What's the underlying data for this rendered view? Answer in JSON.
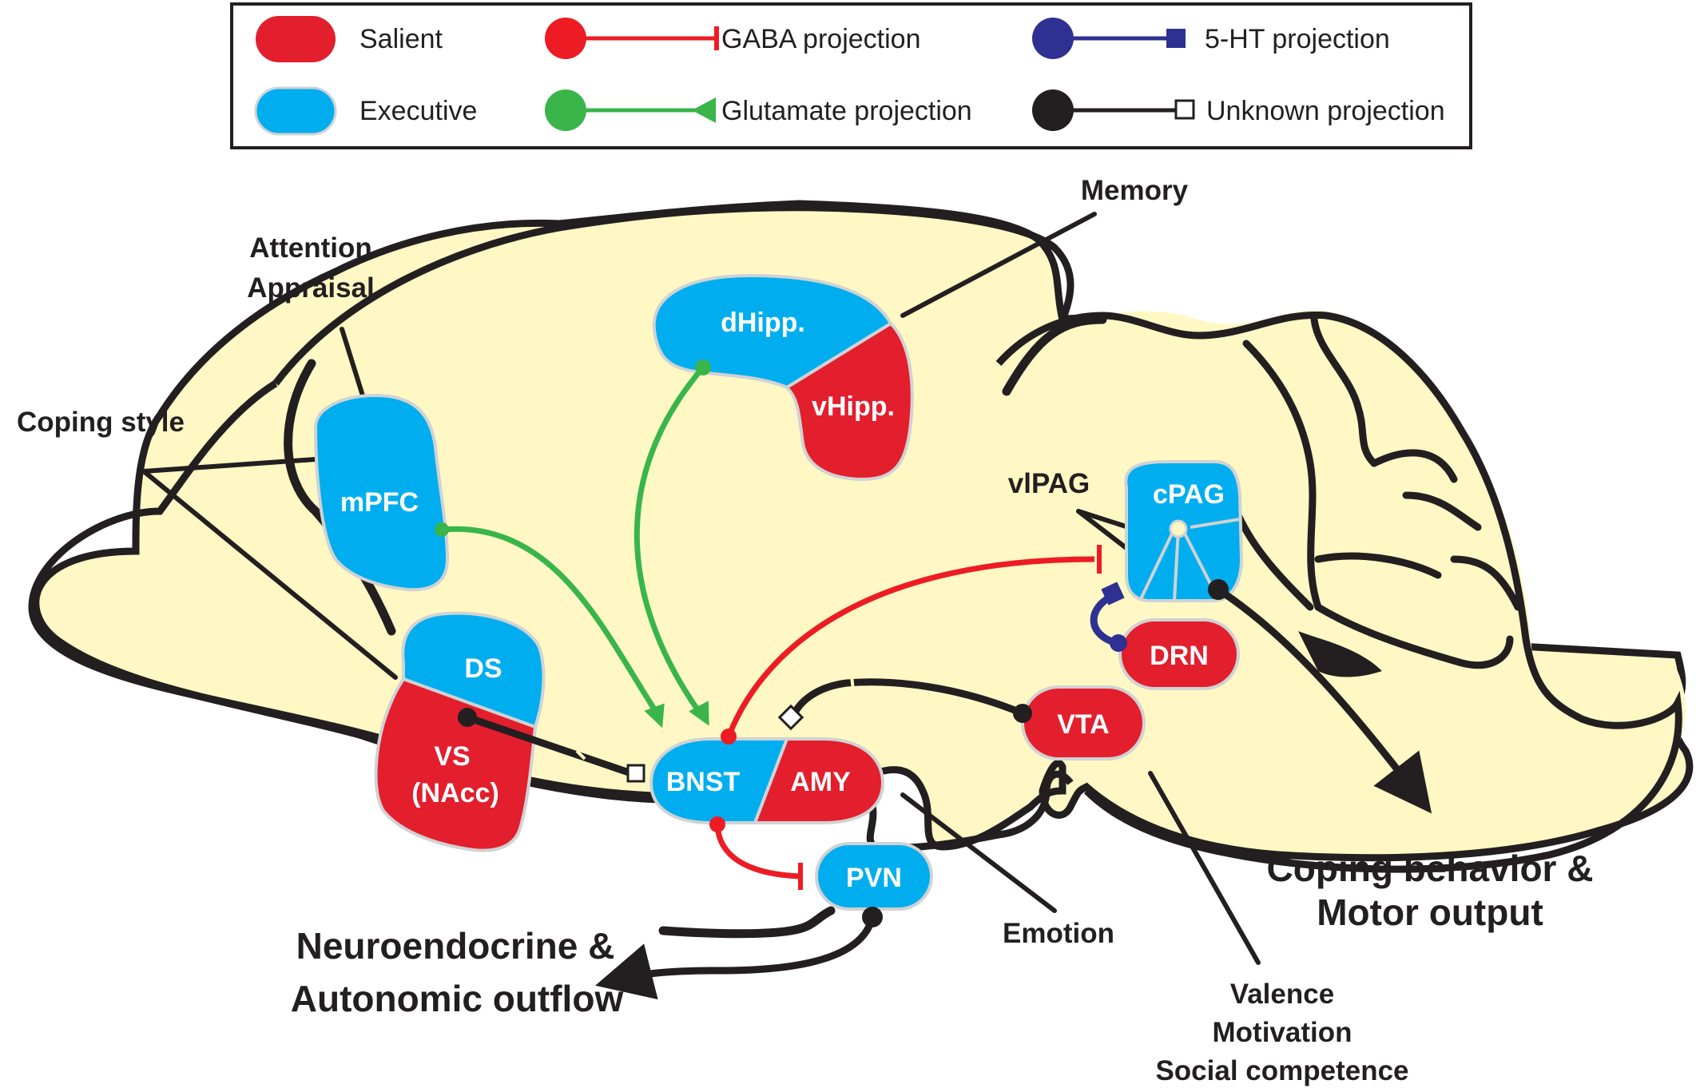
{
  "legend": {
    "salient": "Salient",
    "executive": "Executive",
    "gaba": "GABA projection",
    "glutamate": "Glutamate projection",
    "serotonin": "5-HT projection",
    "unknown": "Unknown projection"
  },
  "regions": {
    "mpfc": "mPFC",
    "dhipp": "dHipp.",
    "vhipp": "vHipp.",
    "ds": "DS",
    "vs": "VS",
    "nacc": "(NAcc)",
    "bnst": "BNST",
    "amy": "AMY",
    "pvn": "PVN",
    "vta": "VTA",
    "drn": "DRN",
    "cpag": "cPAG",
    "vlpag": "vlPAG"
  },
  "functions": {
    "memory": "Memory",
    "attention": "Attention",
    "appraisal": "Appraisal",
    "coping_style": "Coping style",
    "emotion": "Emotion",
    "valence": "Valence",
    "motivation": "Motivation",
    "social": "Social competence",
    "coping_behavior_1": "Coping behavior &",
    "coping_behavior_2": "Motor output",
    "neuroendocrine_1": "Neuroendocrine &",
    "neuroendocrine_2": "Autonomic outflow"
  },
  "colors": {
    "salient": "#e31e2d",
    "executive": "#00aeef",
    "gaba": "#ed1c24",
    "glutamate": "#39b54a",
    "serotonin": "#2e3192",
    "unknown": "#231f20",
    "brain_fill": "#fff8c4"
  }
}
